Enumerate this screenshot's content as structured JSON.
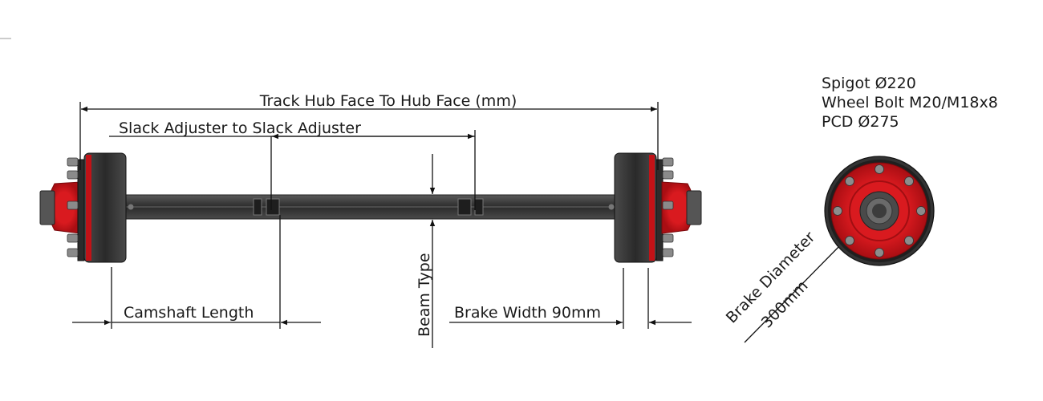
{
  "labels": {
    "track": "Track Hub Face To Hub Face (mm)",
    "slack": "Slack Adjuster to Slack Adjuster",
    "camshaft": "Camshaft Length",
    "beam": "Beam Type",
    "brake_width": "Brake Width 90mm",
    "brake_diameter_line1": "Brake Diameter",
    "brake_diameter_line2": "300mm"
  },
  "specs": {
    "spigot": "Spigot Ø220",
    "wheel_bolt": "Wheel Bolt M20/M18x8",
    "pcd": "PCD Ø275"
  },
  "colors": {
    "hub_red": "#d1161b",
    "drum_dark": "#2e2e2e",
    "beam_dark": "#333333",
    "line": "#111111"
  }
}
